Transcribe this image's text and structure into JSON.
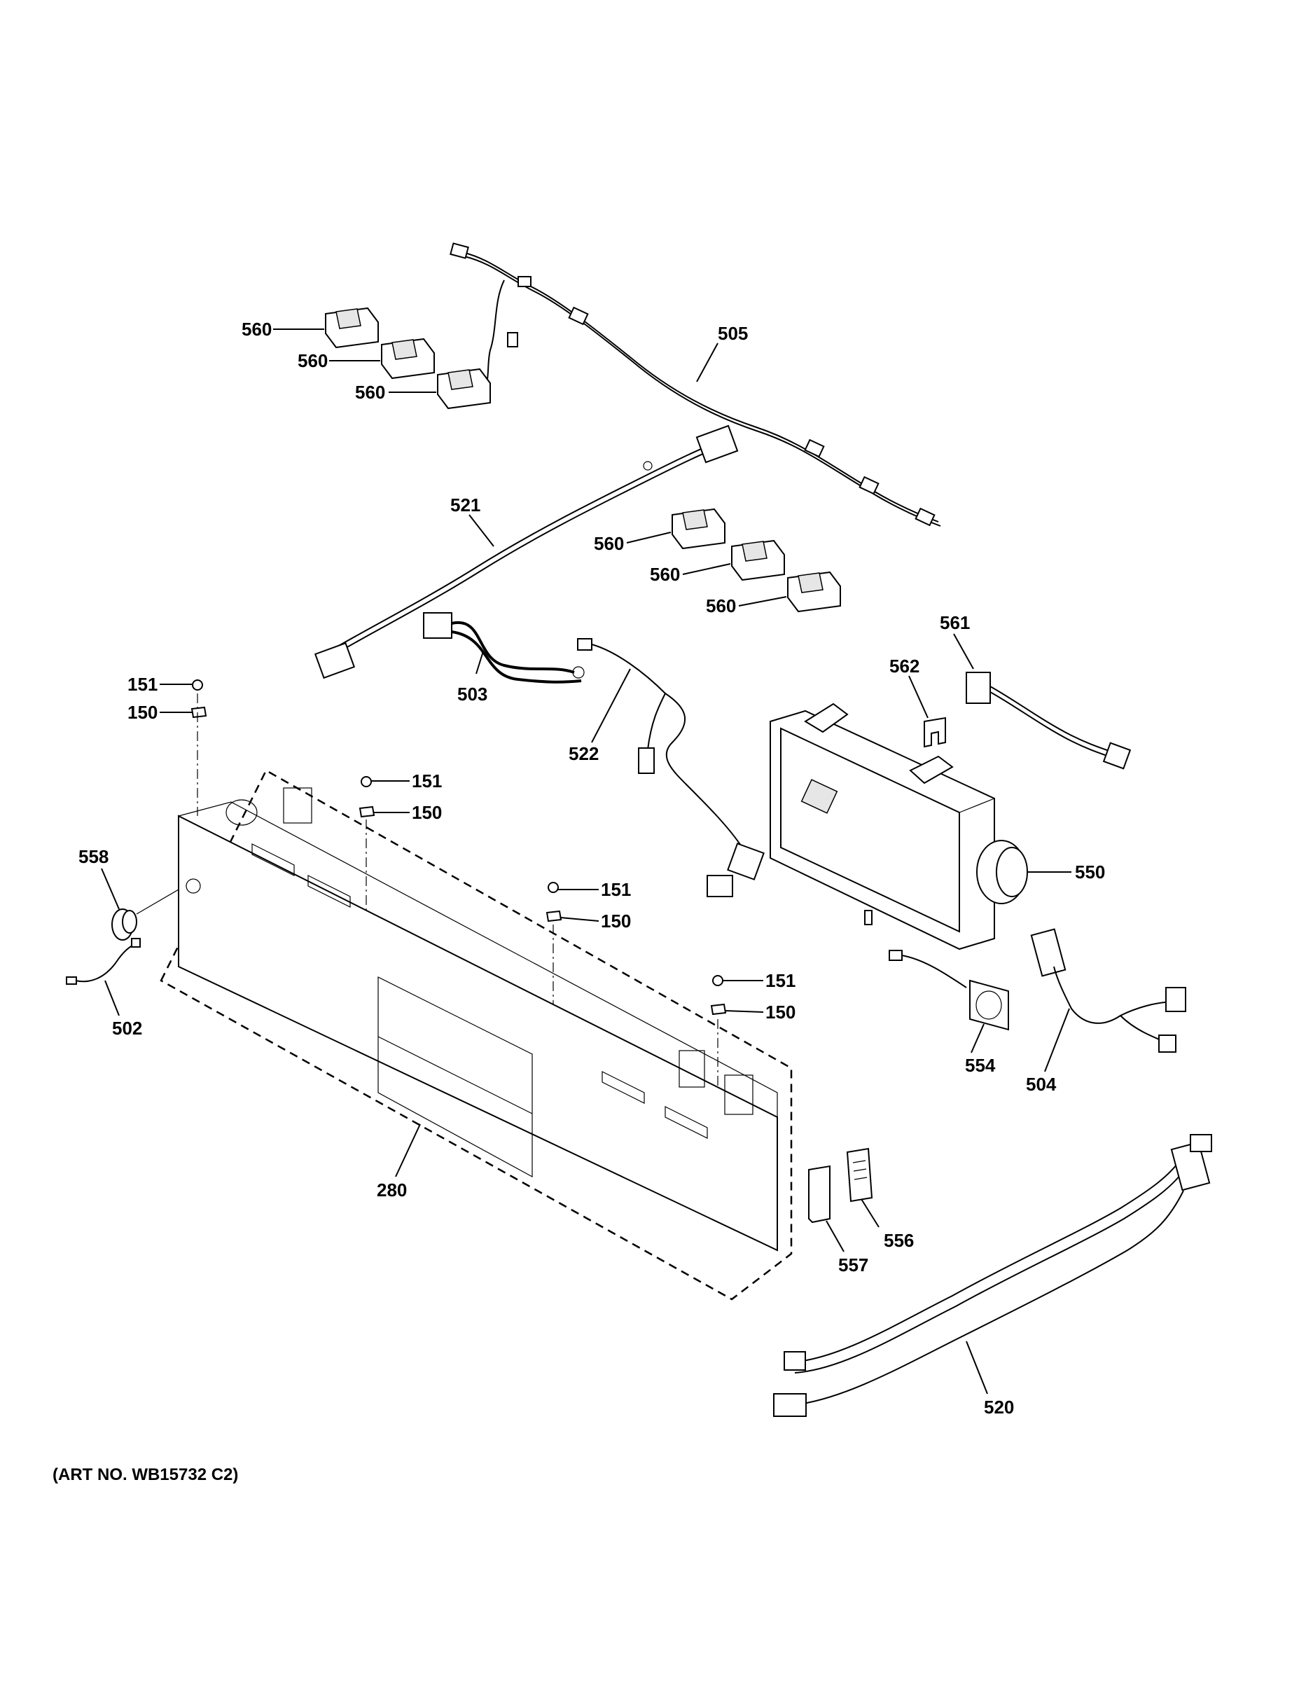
{
  "diagram": {
    "art_number": "(ART NO. WB15732 C2)",
    "callouts": [
      {
        "id": "c560a",
        "label": "560"
      },
      {
        "id": "c560b",
        "label": "560"
      },
      {
        "id": "c560c",
        "label": "560"
      },
      {
        "id": "c505",
        "label": "505"
      },
      {
        "id": "c521",
        "label": "521"
      },
      {
        "id": "c560d",
        "label": "560"
      },
      {
        "id": "c560e",
        "label": "560"
      },
      {
        "id": "c560f",
        "label": "560"
      },
      {
        "id": "c561",
        "label": "561"
      },
      {
        "id": "c562",
        "label": "562"
      },
      {
        "id": "c151a",
        "label": "151"
      },
      {
        "id": "c150a",
        "label": "150"
      },
      {
        "id": "c503",
        "label": "503"
      },
      {
        "id": "c522",
        "label": "522"
      },
      {
        "id": "c151b",
        "label": "151"
      },
      {
        "id": "c150b",
        "label": "150"
      },
      {
        "id": "c558",
        "label": "558"
      },
      {
        "id": "c550",
        "label": "550"
      },
      {
        "id": "c151c",
        "label": "151"
      },
      {
        "id": "c150c",
        "label": "150"
      },
      {
        "id": "c502",
        "label": "502"
      },
      {
        "id": "c151d",
        "label": "151"
      },
      {
        "id": "c150d",
        "label": "150"
      },
      {
        "id": "c554",
        "label": "554"
      },
      {
        "id": "c504",
        "label": "504"
      },
      {
        "id": "c280",
        "label": "280"
      },
      {
        "id": "c556",
        "label": "556"
      },
      {
        "id": "c557",
        "label": "557"
      },
      {
        "id": "c520",
        "label": "520"
      }
    ]
  }
}
